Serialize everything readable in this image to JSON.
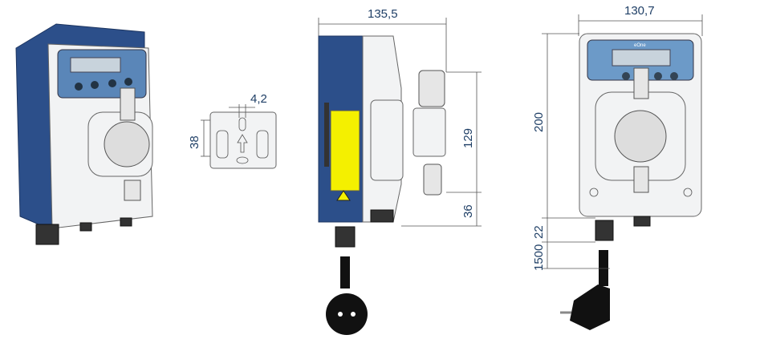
{
  "dimensions": {
    "plate_hole_spacing": "4,2",
    "plate_height": "38",
    "side_width": "135,5",
    "side_height_upper": "129",
    "side_height_lower": "36",
    "front_width": "130,7",
    "front_height": "200",
    "front_foot": "22",
    "cable_length": "1500"
  },
  "labels": {
    "brand": "eOne"
  },
  "colors": {
    "housing_blue": "#2c4f8a",
    "dimension_text": "#1f3f66",
    "warning_label": "#f4f000"
  }
}
